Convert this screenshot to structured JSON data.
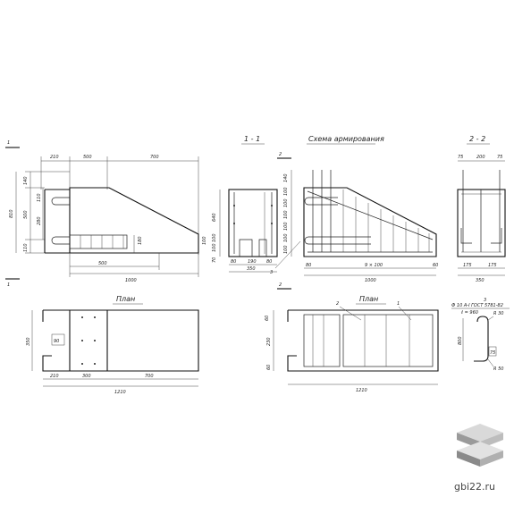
{
  "section_marks": {
    "cut1": "1",
    "cut2": "2",
    "cut3": "3"
  },
  "titles": {
    "section_1_1": "1 - 1",
    "reinforcement_scheme": "Схема армирования",
    "section_2_2": "2 - 2",
    "plan_left": "План",
    "plan_right": "План"
  },
  "front_view": {
    "top_dims": [
      "210",
      "500",
      "700"
    ],
    "left_total": "810",
    "left_dims": [
      "140",
      "500",
      "110"
    ],
    "inner_dims": [
      "110",
      "280"
    ],
    "right_dim": "180",
    "bottom_inner": "500",
    "bottom_total": "1000"
  },
  "section_1_1": {
    "left_dims": [
      "640",
      "100",
      "100",
      "70"
    ],
    "bottom_dims": [
      "80",
      "190",
      "80"
    ],
    "bottom_total": "350"
  },
  "reinforcement": {
    "left_dims": [
      "140",
      "100",
      "100",
      "100",
      "100",
      "100",
      "100"
    ],
    "right_dim": "100",
    "bottom_dims": [
      "80",
      "9 × 100",
      "60"
    ],
    "bottom_total": "1000",
    "callouts": [
      "3",
      "2",
      "1",
      "3"
    ]
  },
  "section_2_2": {
    "top_dims": [
      "75",
      "200",
      "75"
    ],
    "bottom_dims": [
      "175",
      "175"
    ],
    "bottom_total": "350"
  },
  "plan_left": {
    "left_dim": "350",
    "inner_dim": "90",
    "bottom_dims": [
      "210",
      "300",
      "700"
    ],
    "bottom_total": "1210"
  },
  "plan_right": {
    "left_dims": [
      "60",
      "230",
      "60"
    ],
    "bottom_total": "1210",
    "callouts": [
      "2",
      "1"
    ]
  },
  "detail": {
    "label_num": "3",
    "label_spec": "Ф 10  А-I ГОСТ 5781-82",
    "label_len": "ℓ = 960",
    "height_dim": "800",
    "radius_top": "R 30",
    "radius_bottom": "R 50",
    "width_dim": "75"
  },
  "watermark": {
    "text": "gbi22.ru"
  }
}
